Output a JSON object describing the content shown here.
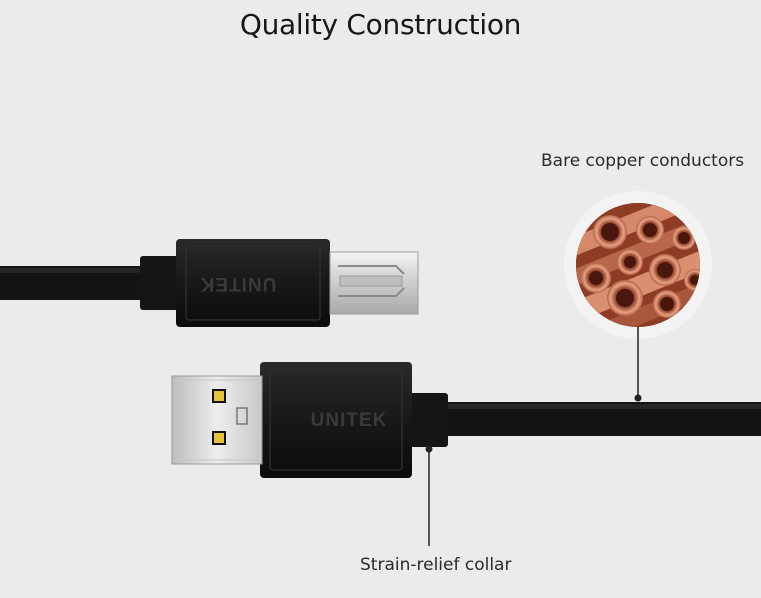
{
  "page": {
    "title": "Quality Construction"
  },
  "callouts": {
    "copper": "Bare copper conductors",
    "strain_relief": "Strain-relief collar"
  },
  "brand": {
    "name": "UNITEK"
  },
  "colors": {
    "background": "#ebebeb",
    "cable": "#141414",
    "copper": "#c8775a",
    "metal": "#d4d4d4"
  }
}
